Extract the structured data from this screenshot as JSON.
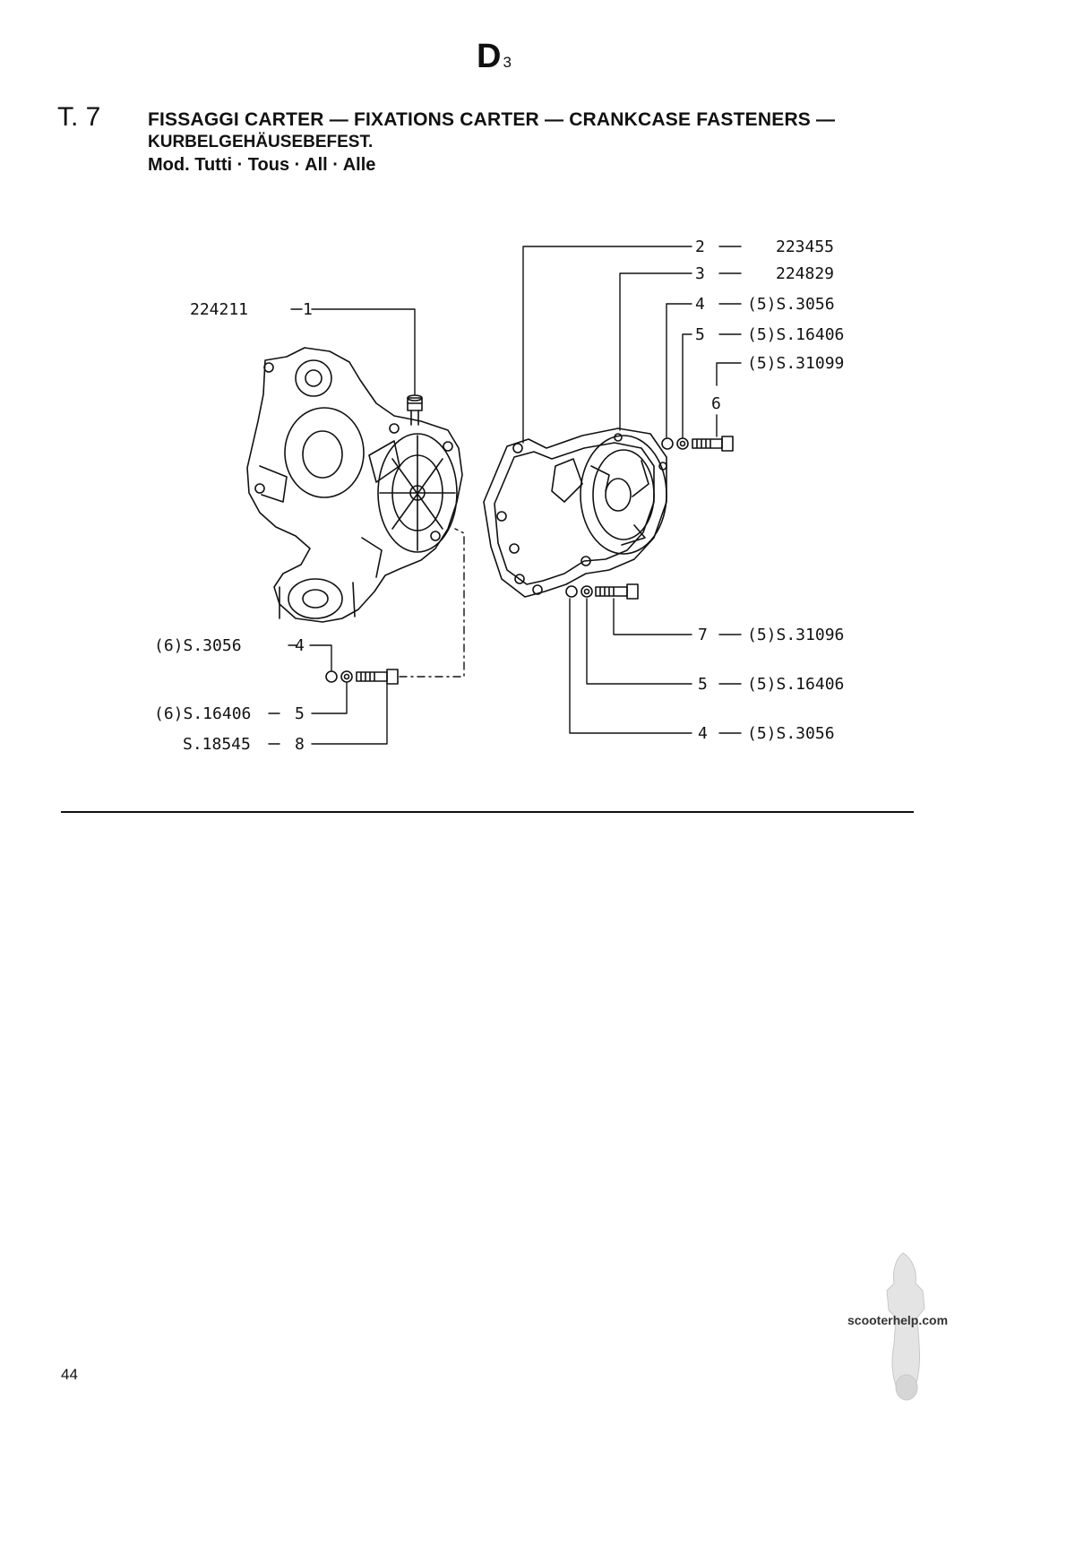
{
  "header": {
    "section": "D",
    "section_sub": "3",
    "table_no": "T. 7",
    "title_line1": "FISSAGGI CARTER — FIXATIONS CARTER — CRANKCASE FASTENERS —",
    "title_line2": "KURBELGEHÄUSEBEFEST.",
    "models": "Mod. Tutti · Tous · All · Alle"
  },
  "callouts": {
    "c1_code": "224211",
    "c1_ref": "1",
    "c2_ref": "2",
    "c2_code": "223455",
    "c3_ref": "3",
    "c3_code": "224829",
    "c4a_ref": "4",
    "c4a_code": "(5)S.3056",
    "c5a_ref": "5",
    "c5a_code": "(5)S.16406",
    "c6_code": "(5)S.31099",
    "c6_ref": "6",
    "l4_code": "(6)S.3056",
    "l4_ref": "4",
    "l5_code": "(6)S.16406",
    "l5_ref": "5",
    "l8_code": "S.18545",
    "l8_ref": "8",
    "c7_ref": "7",
    "c7_code": "(5)S.31096",
    "c5b_ref": "5",
    "c5b_code": "(5)S.16406",
    "c4b_ref": "4",
    "c4b_code": "(5)S.3056"
  },
  "footer": {
    "page_number": "44",
    "site": "scooterhelp.com"
  }
}
